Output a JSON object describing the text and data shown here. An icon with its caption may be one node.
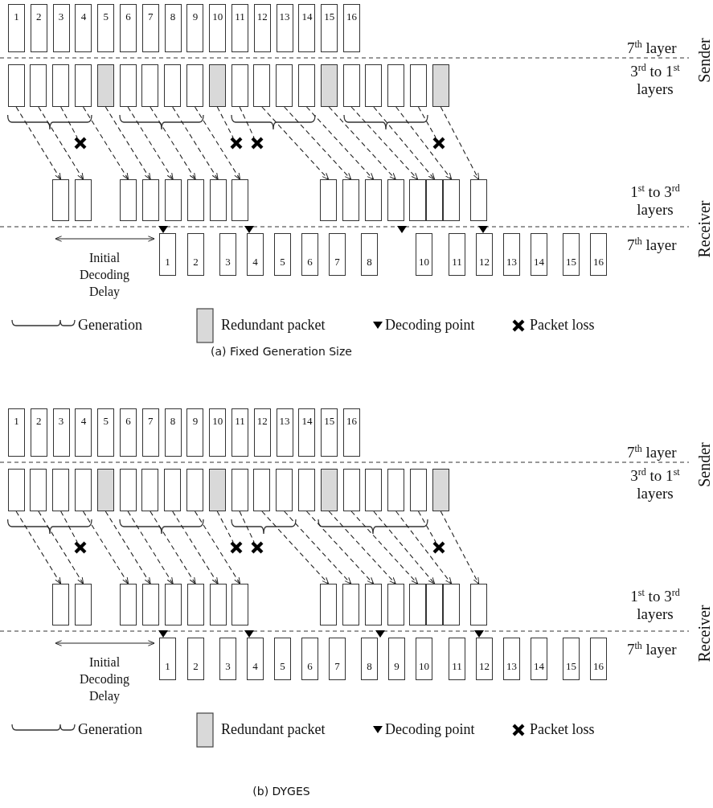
{
  "diagram": {
    "nodes": [
      {
        "text": [
          "1"
        ]
      },
      {
        "text": [
          "2"
        ]
      },
      {
        "text": [
          "3"
        ]
      },
      {
        "text": [
          "4"
        ]
      },
      {
        "text": [
          "5"
        ]
      },
      {
        "text": [
          "6"
        ]
      },
      {
        "text": [
          "7"
        ]
      },
      {
        "text": [
          "8"
        ]
      },
      {
        "text": [
          "9"
        ]
      },
      {
        "text": [
          "10"
        ]
      },
      {
        "text": [
          "11"
        ]
      },
      {
        "text": [
          "12"
        ]
      },
      {
        "text": [
          "13"
        ]
      },
      {
        "text": [
          "14"
        ]
      },
      {
        "text": [
          "15"
        ]
      },
      {
        "text": [
          "16"
        ]
      },
      {
        "text": [],
        "shape": "box"
      },
      {
        "text": [],
        "shape": "box"
      },
      {
        "text": [],
        "shape": "box"
      },
      {
        "text": [],
        "shape": "box"
      },
      {
        "text": [],
        "shape": "box"
      },
      {
        "text": [],
        "shape": "box"
      },
      {
        "text": [],
        "shape": "box"
      },
      {
        "text": [],
        "shape": "box"
      },
      {
        "text": [],
        "shape": "box"
      },
      {
        "text": [],
        "shape": "box"
      },
      {
        "text": [],
        "shape": "box"
      },
      {
        "text": [],
        "shape": "box"
      },
      {
        "text": [],
        "shape": "box"
      },
      {
        "text": [],
        "shape": "box"
      },
      {
        "text": [],
        "shape": "box"
      },
      {
        "text": [],
        "shape": "box"
      },
      {
        "text": [],
        "shape": "box"
      },
      {
        "text": [],
        "shape": "box"
      },
      {
        "text": [],
        "shape": "box"
      },
      {
        "text": [],
        "shape": "box"
      },
      {
        "text": [],
        "shape": "box"
      },
      {
        "text": [],
        "shape": "box"
      },
      {
        "text": [],
        "shape": "box"
      },
      {
        "text": [],
        "shape": "box"
      },
      {
        "text": [],
        "shape": "box"
      },
      {
        "text": [],
        "shape": "box"
      },
      {
        "text": [],
        "shape": "box"
      },
      {
        "text": [],
        "shape": "box"
      },
      {
        "text": [],
        "shape": "box"
      },
      {
        "text": [],
        "shape": "box"
      },
      {
        "text": [],
        "shape": "box"
      },
      {
        "text": [],
        "shape": "box"
      },
      {
        "text": [],
        "shape": "box"
      },
      {
        "text": [],
        "shape": "box"
      },
      {
        "text": [],
        "shape": "box"
      },
      {
        "text": [],
        "shape": "box"
      },
      {
        "text": [
          "1"
        ]
      },
      {
        "text": [
          "2"
        ]
      },
      {
        "text": [
          "3"
        ]
      },
      {
        "text": [
          "4"
        ]
      },
      {
        "text": [
          "5"
        ]
      },
      {
        "text": [
          "6"
        ]
      },
      {
        "text": [
          "7"
        ]
      },
      {
        "text": [
          "8"
        ]
      },
      {
        "text": [
          "10"
        ]
      },
      {
        "text": [
          "11"
        ]
      },
      {
        "text": [
          "12"
        ]
      },
      {
        "text": [
          "13"
        ]
      },
      {
        "text": [
          "14"
        ]
      },
      {
        "text": [
          "15"
        ]
      },
      {
        "text": [
          "16"
        ]
      },
      {
        "text": [
          "1"
        ]
      },
      {
        "text": [
          "2"
        ]
      },
      {
        "text": [
          "3"
        ]
      },
      {
        "text": [
          "4"
        ]
      },
      {
        "text": [
          "5"
        ]
      },
      {
        "text": [
          "6"
        ]
      },
      {
        "text": [
          "7"
        ]
      },
      {
        "text": [
          "8"
        ]
      },
      {
        "text": [
          "9"
        ]
      },
      {
        "text": [
          "10"
        ]
      },
      {
        "text": [
          "11"
        ]
      },
      {
        "text": [
          "12"
        ]
      },
      {
        "text": [
          "13"
        ]
      },
      {
        "text": [
          "14"
        ]
      },
      {
        "text": [
          "15"
        ]
      },
      {
        "text": [
          "16"
        ]
      },
      {
        "text": [],
        "shape": "box"
      },
      {
        "text": [],
        "shape": "box"
      },
      {
        "text": [],
        "shape": "box"
      },
      {
        "text": [],
        "shape": "box"
      },
      {
        "text": [],
        "shape": "box"
      },
      {
        "text": [],
        "shape": "box"
      },
      {
        "text": [],
        "shape": "box"
      },
      {
        "text": [],
        "shape": "box"
      },
      {
        "text": [],
        "shape": "box"
      },
      {
        "text": [],
        "shape": "box"
      },
      {
        "text": [],
        "shape": "box"
      },
      {
        "text": [],
        "shape": "box"
      },
      {
        "text": [],
        "shape": "box"
      },
      {
        "text": [],
        "shape": "box"
      },
      {
        "text": [],
        "shape": "box"
      },
      {
        "text": [],
        "shape": "box"
      },
      {
        "text": [],
        "shape": "box"
      },
      {
        "text": [],
        "shape": "box"
      },
      {
        "text": [],
        "shape": "box"
      },
      {
        "text": [],
        "shape": "box"
      },
      {
        "text": [],
        "shape": "box"
      },
      {
        "text": [],
        "shape": "box"
      },
      {
        "text": [],
        "shape": "box"
      },
      {
        "text": [],
        "shape": "box"
      },
      {
        "text": [],
        "shape": "box"
      },
      {
        "text": [],
        "shape": "box"
      },
      {
        "text": [],
        "shape": "box"
      },
      {
        "text": [],
        "shape": "box"
      },
      {
        "text": [],
        "shape": "box"
      },
      {
        "text": [],
        "shape": "box"
      },
      {
        "text": [],
        "shape": "box"
      },
      {
        "text": [],
        "shape": "box"
      },
      {
        "text": [],
        "shape": "box"
      },
      {
        "text": [],
        "shape": "box"
      },
      {
        "text": [],
        "shape": "box"
      },
      {
        "text": [],
        "shape": "box"
      },
      {
        "text": [
          "1"
        ]
      },
      {
        "text": [
          "2"
        ]
      },
      {
        "text": [
          "3"
        ]
      },
      {
        "text": [
          "4"
        ]
      },
      {
        "text": [
          "5"
        ]
      },
      {
        "text": [
          "6"
        ]
      },
      {
        "text": [
          "7"
        ]
      },
      {
        "text": [
          "8"
        ]
      },
      {
        "text": [
          "9"
        ]
      },
      {
        "text": [
          "10"
        ]
      },
      {
        "text": [
          "11"
        ]
      },
      {
        "text": [
          "12"
        ]
      },
      {
        "text": [
          "13"
        ]
      },
      {
        "text": [
          "14"
        ]
      },
      {
        "text": [
          "15"
        ]
      },
      {
        "text": [
          "16"
        ]
      },
      {
        "text": [],
        "shape": "cross"
      },
      {
        "text": [],
        "shape": "cross"
      },
      {
        "text": [],
        "shape": "cross"
      },
      {
        "text": [],
        "shape": "cross"
      },
      {
        "text": [],
        "shape": "cross"
      },
      {
        "text": [],
        "shape": "cross"
      },
      {
        "text": [],
        "shape": "cross"
      },
      {
        "text": [],
        "shape": "cross"
      }
    ],
    "edges": [
      {
        "from": 16,
        "to": 36,
        "arrow": "to",
        "style": "dashed"
      },
      {
        "from": 17,
        "to": 37,
        "arrow": "to",
        "style": "dashed"
      },
      {
        "from": 18,
        "to": 135,
        "arrow": "none",
        "style": "dashed"
      },
      {
        "from": 19,
        "to": 38,
        "arrow": "to",
        "style": "dashed"
      },
      {
        "from": 20,
        "to": 39,
        "arrow": "to",
        "style": "dashed"
      },
      {
        "from": 21,
        "to": 40,
        "arrow": "to",
        "style": "dashed"
      },
      {
        "from": 22,
        "to": 41,
        "arrow": "to",
        "style": "dashed"
      },
      {
        "from": 23,
        "to": 42,
        "arrow": "to",
        "style": "dashed"
      },
      {
        "from": 24,
        "to": 43,
        "arrow": "to",
        "style": "dashed"
      },
      {
        "from": 25,
        "to": 136,
        "arrow": "none",
        "style": "dashed"
      },
      {
        "from": 26,
        "to": 137,
        "arrow": "none",
        "style": "dashed"
      },
      {
        "from": 27,
        "to": 44,
        "arrow": "to",
        "style": "dashed"
      },
      {
        "from": 28,
        "to": 45,
        "arrow": "to",
        "style": "dashed"
      },
      {
        "from": 29,
        "to": 46,
        "arrow": "to",
        "style": "dashed"
      },
      {
        "from": 30,
        "to": 47,
        "arrow": "to",
        "style": "dashed"
      },
      {
        "from": 31,
        "to": 48,
        "arrow": "to",
        "style": "dashed"
      },
      {
        "from": 32,
        "to": 49,
        "arrow": "to",
        "style": "dashed"
      },
      {
        "from": 33,
        "to": 50,
        "arrow": "to",
        "style": "dashed"
      },
      {
        "from": 34,
        "to": 138,
        "arrow": "none",
        "style": "dashed"
      },
      {
        "from": 35,
        "to": 51,
        "arrow": "to",
        "style": "dashed"
      },
      {
        "from": 83,
        "to": 103,
        "arrow": "to",
        "style": "dashed"
      },
      {
        "from": 84,
        "to": 104,
        "arrow": "to",
        "style": "dashed"
      },
      {
        "from": 85,
        "to": 139,
        "arrow": "none",
        "style": "dashed"
      },
      {
        "from": 86,
        "to": 105,
        "arrow": "to",
        "style": "dashed"
      },
      {
        "from": 87,
        "to": 106,
        "arrow": "to",
        "style": "dashed"
      },
      {
        "from": 88,
        "to": 107,
        "arrow": "to",
        "style": "dashed"
      },
      {
        "from": 89,
        "to": 108,
        "arrow": "to",
        "style": "dashed"
      },
      {
        "from": 90,
        "to": 109,
        "arrow": "to",
        "style": "dashed"
      },
      {
        "from": 91,
        "to": 110,
        "arrow": "to",
        "style": "dashed"
      },
      {
        "from": 92,
        "to": 140,
        "arrow": "none",
        "style": "dashed"
      },
      {
        "from": 93,
        "to": 141,
        "arrow": "none",
        "style": "dashed"
      },
      {
        "from": 94,
        "to": 111,
        "arrow": "to",
        "style": "dashed"
      },
      {
        "from": 95,
        "to": 112,
        "arrow": "to",
        "style": "dashed"
      },
      {
        "from": 96,
        "to": 113,
        "arrow": "to",
        "style": "dashed"
      },
      {
        "from": 97,
        "to": 114,
        "arrow": "to",
        "style": "dashed"
      },
      {
        "from": 98,
        "to": 115,
        "arrow": "to",
        "style": "dashed"
      },
      {
        "from": 99,
        "to": 116,
        "arrow": "to",
        "style": "dashed"
      },
      {
        "from": 100,
        "to": 117,
        "arrow": "to",
        "style": "dashed"
      },
      {
        "from": 101,
        "to": 142,
        "arrow": "none",
        "style": "dashed"
      },
      {
        "from": 102,
        "to": 118,
        "arrow": "to",
        "style": "dashed"
      }
    ],
    "labels": [
      "7$^{th}$ layer",
      "3$^{rd}$ to 1$^{st}$ layers",
      "Sender",
      "1$^{st}$ to 3$^{rd}$ layers",
      "7$^{th}$ layer",
      "Receiver",
      "Initial Decoding Delay",
      "(a) Fixed Generation Size",
      "7$^{th}$ layer",
      "3$^{rd}$ to 1$^{st}$ layers",
      "Sender",
      "1$^{st}$ to 3$^{rd}$ layers",
      "7$^{th}$ layer",
      "Receiver",
      "Initial Decoding Delay",
      "(b) DYGES"
    ],
    "legend": [
      {
        "text": "Generation"
      },
      {
        "text": "Redundant packet",
        "color": "#d9d9d9"
      },
      {
        "text": "Decoding point"
      },
      {
        "text": "Packet loss"
      },
      {
        "text": "Generation"
      },
      {
        "text": "Redundant packet",
        "color": "#d9d9d9"
      },
      {
        "text": "Decoding point"
      },
      {
        "text": "Packet loss"
      }
    ]
  }
}
